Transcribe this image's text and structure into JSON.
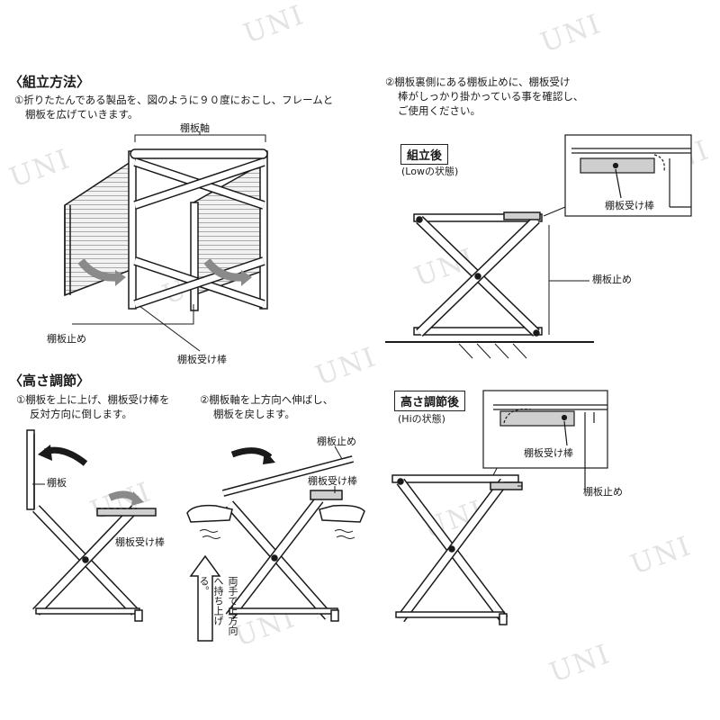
{
  "assembly": {
    "heading": "〈組立方法〉",
    "step1": [
      "①折りたたんである製品を、図のように９０度におこし、フレームと",
      "棚板を広げていきます。"
    ],
    "step2": [
      "②棚板裏側にある棚板止めに、棚板受け",
      "棒がしっかり掛かっている事を確認し、",
      "ご使用ください。"
    ],
    "label_shaft": "棚板軸",
    "label_stopper": "棚板止め",
    "label_bar": "棚板受け棒"
  },
  "after_assembly": {
    "box": "組立後",
    "sub": "(Lowの状態)",
    "label_bar": "棚板受け棒",
    "label_stopper": "棚板止め"
  },
  "height": {
    "heading": "〈高さ調節〉",
    "step1": [
      "①棚板を上に上げ、棚板受け棒を",
      "反対方向に倒します。"
    ],
    "step2": [
      "②棚板軸を上方向へ伸ばし、",
      "棚板を戻します。"
    ],
    "label_shelf": "棚板",
    "label_bar": "棚板受け棒",
    "label_stopper": "棚板止め",
    "label_bar2": "棚板受け棒",
    "hand_note": "両手で上方向へ持ち上げる。"
  },
  "after_adjust": {
    "box": "高さ調節後",
    "sub": "(Hiの状態)",
    "label_bar": "棚板受け棒",
    "label_stopper": "棚板止め"
  },
  "watermark": "UNI",
  "colors": {
    "ink": "#1a1a1a",
    "arrow": "#8a8a8a",
    "shelf": "#cfcfcf",
    "watermark": "#e3e3e3"
  }
}
